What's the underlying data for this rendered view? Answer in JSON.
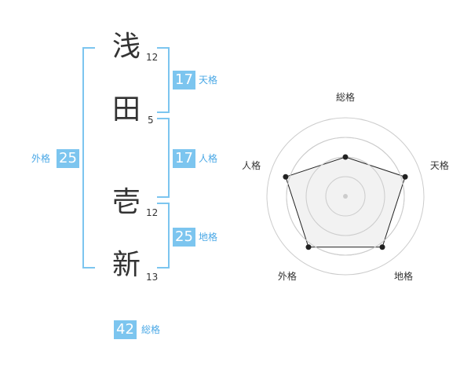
{
  "name": {
    "chars": [
      {
        "char": "浅",
        "strokes": "12"
      },
      {
        "char": "田",
        "strokes": "5"
      },
      {
        "char": "壱",
        "strokes": "12"
      },
      {
        "char": "新",
        "strokes": "13"
      }
    ]
  },
  "kakusu": {
    "tenkaku": {
      "value": "17",
      "label": "天格"
    },
    "jinkaku": {
      "value": "17",
      "label": "人格"
    },
    "chikaku": {
      "value": "25",
      "label": "地格"
    },
    "gaikaku": {
      "value": "25",
      "label": "外格"
    },
    "soukaku": {
      "value": "42",
      "label": "総格"
    }
  },
  "chart_data": {
    "type": "radar",
    "axes": [
      "総格",
      "天格",
      "地格",
      "外格",
      "人格"
    ],
    "values": [
      0.5,
      0.8,
      0.8,
      0.8,
      0.8
    ],
    "max": 1,
    "rings": 4,
    "colors": {
      "fill": "#f0f0f0",
      "line": "#222222",
      "grid": "#cccccc",
      "accent": "#7cc5ef"
    }
  }
}
